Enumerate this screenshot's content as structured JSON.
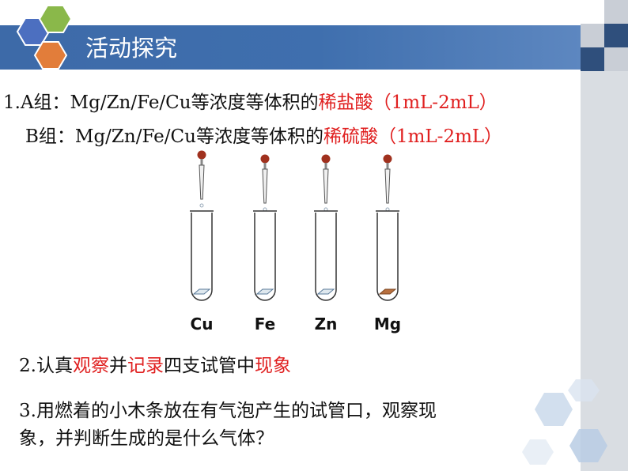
{
  "header": {
    "title": "活动探究"
  },
  "line1": {
    "prefix": "1.A组：Mg/Zn/Fe/Cu等浓度等体积的",
    "highlight": "稀盐酸",
    "suffix": "（1mL-2mL）"
  },
  "line2": {
    "prefix": "B组：Mg/Zn/Fe/Cu等浓度等体积的",
    "highlight": "稀硫酸",
    "suffix": "（1mL-2mL）"
  },
  "tubes": {
    "labels": [
      "Cu",
      "Fe",
      "Zn",
      "Mg"
    ]
  },
  "step2": {
    "a": "2.认真",
    "b": "观察",
    "c": "并",
    "d": "记录",
    "e": "四支试管中",
    "f": "现象"
  },
  "step3": {
    "line1": "3.用燃着的小木条放在有气泡产生的试管口，观察现",
    "line2": "象，并判断生成的是什么气体？"
  },
  "colors": {
    "title_bar": "#3f6fae",
    "highlight_red": "#e02020",
    "hex_blue": "#4c6fc0",
    "hex_green": "#8ab84a",
    "hex_orange": "#e27d3a",
    "dropper_bulb": "#a0311e",
    "mg_metal": "#b8703f"
  }
}
